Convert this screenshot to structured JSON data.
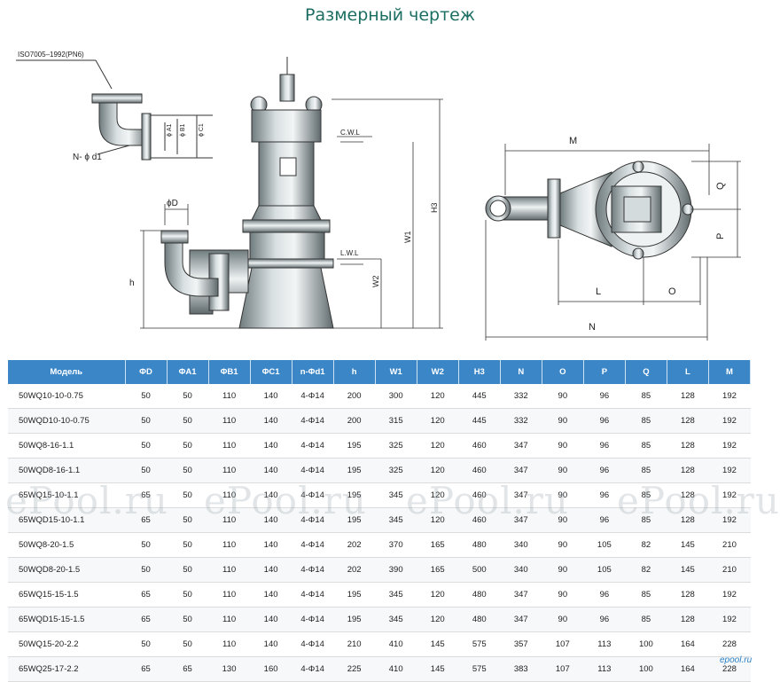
{
  "title": "Размерный чертеж",
  "drawing": {
    "flange_standard": "ISO7005–1992(PN6)",
    "bolt_label": "N- ϕ d1",
    "a1": "ϕ A1",
    "b1": "ϕ B1",
    "c1": "ϕ C1",
    "d": "ϕD",
    "h": "h",
    "cwl": "C.W.L",
    "lwl": "L.W.L",
    "w1": "W1",
    "w2": "W2",
    "h3": "H3",
    "m": "M",
    "q": "Q",
    "p": "P",
    "l": "L",
    "o": "O",
    "n": "N"
  },
  "table": {
    "headers": [
      "Модель",
      "ΦD",
      "ΦA1",
      "ΦB1",
      "ΦC1",
      "n-Φd1",
      "h",
      "W1",
      "W2",
      "H3",
      "N",
      "O",
      "P",
      "Q",
      "L",
      "M"
    ],
    "rows": [
      [
        "50WQ10-10-0.75",
        "50",
        "50",
        "110",
        "140",
        "4-Φ14",
        "200",
        "300",
        "120",
        "445",
        "332",
        "90",
        "96",
        "85",
        "128",
        "192"
      ],
      [
        "50WQD10-10-0.75",
        "50",
        "50",
        "110",
        "140",
        "4-Φ14",
        "200",
        "315",
        "120",
        "445",
        "332",
        "90",
        "96",
        "85",
        "128",
        "192"
      ],
      [
        "50WQ8-16-1.1",
        "50",
        "50",
        "110",
        "140",
        "4-Φ14",
        "195",
        "325",
        "120",
        "460",
        "347",
        "90",
        "96",
        "85",
        "128",
        "192"
      ],
      [
        "50WQD8-16-1.1",
        "50",
        "50",
        "110",
        "140",
        "4-Φ14",
        "195",
        "325",
        "120",
        "460",
        "347",
        "90",
        "96",
        "85",
        "128",
        "192"
      ],
      [
        "65WQ15-10-1.1",
        "65",
        "50",
        "110",
        "140",
        "4-Φ14",
        "195",
        "345",
        "120",
        "460",
        "347",
        "90",
        "96",
        "85",
        "128",
        "192"
      ],
      [
        "65WQD15-10-1.1",
        "65",
        "50",
        "110",
        "140",
        "4-Φ14",
        "195",
        "345",
        "120",
        "460",
        "347",
        "90",
        "96",
        "85",
        "128",
        "192"
      ],
      [
        "50WQ8-20-1.5",
        "50",
        "50",
        "110",
        "140",
        "4-Φ14",
        "202",
        "370",
        "165",
        "480",
        "340",
        "90",
        "105",
        "82",
        "145",
        "210"
      ],
      [
        "50WQD8-20-1.5",
        "50",
        "50",
        "110",
        "140",
        "4-Φ14",
        "202",
        "390",
        "165",
        "500",
        "340",
        "90",
        "105",
        "82",
        "145",
        "210"
      ],
      [
        "65WQ15-15-1.5",
        "65",
        "50",
        "110",
        "140",
        "4-Φ14",
        "195",
        "345",
        "120",
        "480",
        "347",
        "90",
        "96",
        "85",
        "128",
        "192"
      ],
      [
        "65WQD15-15-1.5",
        "65",
        "50",
        "110",
        "140",
        "4-Φ14",
        "195",
        "345",
        "120",
        "480",
        "347",
        "90",
        "96",
        "85",
        "128",
        "192"
      ],
      [
        "50WQ15-20-2.2",
        "50",
        "50",
        "110",
        "140",
        "4-Φ14",
        "210",
        "410",
        "145",
        "575",
        "357",
        "107",
        "113",
        "100",
        "164",
        "228"
      ],
      [
        "65WQ25-17-2.2",
        "65",
        "65",
        "130",
        "160",
        "4-Φ14",
        "225",
        "410",
        "145",
        "575",
        "383",
        "107",
        "113",
        "100",
        "164",
        "228"
      ]
    ]
  },
  "watermark": "ePool.ru",
  "corner_logo": "epool.ru",
  "colors": {
    "header_bg": "#3b86c7",
    "title": "#1c6e62"
  }
}
